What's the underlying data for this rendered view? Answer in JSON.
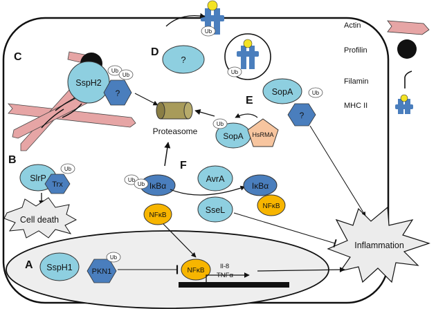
{
  "panels": {
    "a": "A",
    "b": "B",
    "c": "C",
    "d": "D",
    "e": "E",
    "f": "F"
  },
  "legend": {
    "actin": "Actin",
    "profilin": "Profilin",
    "filamin": "Filamin",
    "mhc": "MHC II"
  },
  "proteins": {
    "ssph2": "SspH2",
    "unknown": "?",
    "slrp": "SlrP",
    "trx": "Trx",
    "sopa": "SopA",
    "hsrma": "HsRMA",
    "ikba": "IκBα",
    "nfkb": "NFκB",
    "avra": "AvrA",
    "ssel": "SseL",
    "ssph1": "SspH1",
    "pkn1": "PKN1"
  },
  "tags": {
    "ub": "Ub"
  },
  "labels": {
    "proteasome": "Proteasome",
    "cell_death": "Cell death",
    "inflammation": "Inflammation",
    "il8": "Il-8",
    "tnfa": "TNFα"
  }
}
